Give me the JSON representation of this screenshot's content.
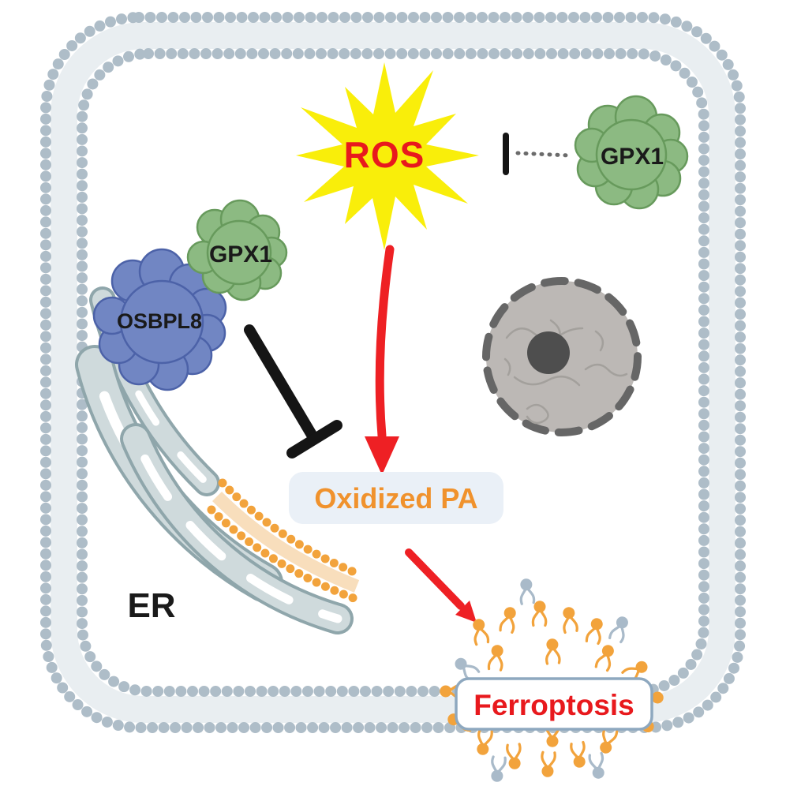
{
  "diagram": {
    "labels": {
      "ros": "ROS",
      "gpx1_free": "GPX1",
      "gpx1_complex": "GPX1",
      "osbpl8": "OSBPL8",
      "er": "ER",
      "oxidized_pa": "Oxidized PA",
      "ferroptosis": "Ferroptosis"
    },
    "colors": {
      "ros_star": "#f9ee0a",
      "ros_text": "#e8191d",
      "arrow_red": "#ee2024",
      "inhibition_black": "#151515",
      "protein_green": "#8cba82",
      "protein_green_stroke": "#679a5c",
      "protein_blue": "#7186c3",
      "protein_blue_stroke": "#4c62a8",
      "membrane_bead": "#aebdc8",
      "membrane_band": "#e9eef1",
      "er_fill": "#cfdadc",
      "er_stroke": "#8fa6ab",
      "nucleus_fill": "#bcb8b5",
      "nucleus_border": "#666666",
      "nucleolus": "#4e4e4e",
      "lipid_orange": "#f2a33c",
      "lipid_blue": "#a9bac9",
      "oxidized_pa_bg": "#eaf0f7",
      "oxidized_pa_text": "#f0922d",
      "ferroptosis_border": "#8ea8bf",
      "ferroptosis_text": "#e8191d"
    }
  }
}
